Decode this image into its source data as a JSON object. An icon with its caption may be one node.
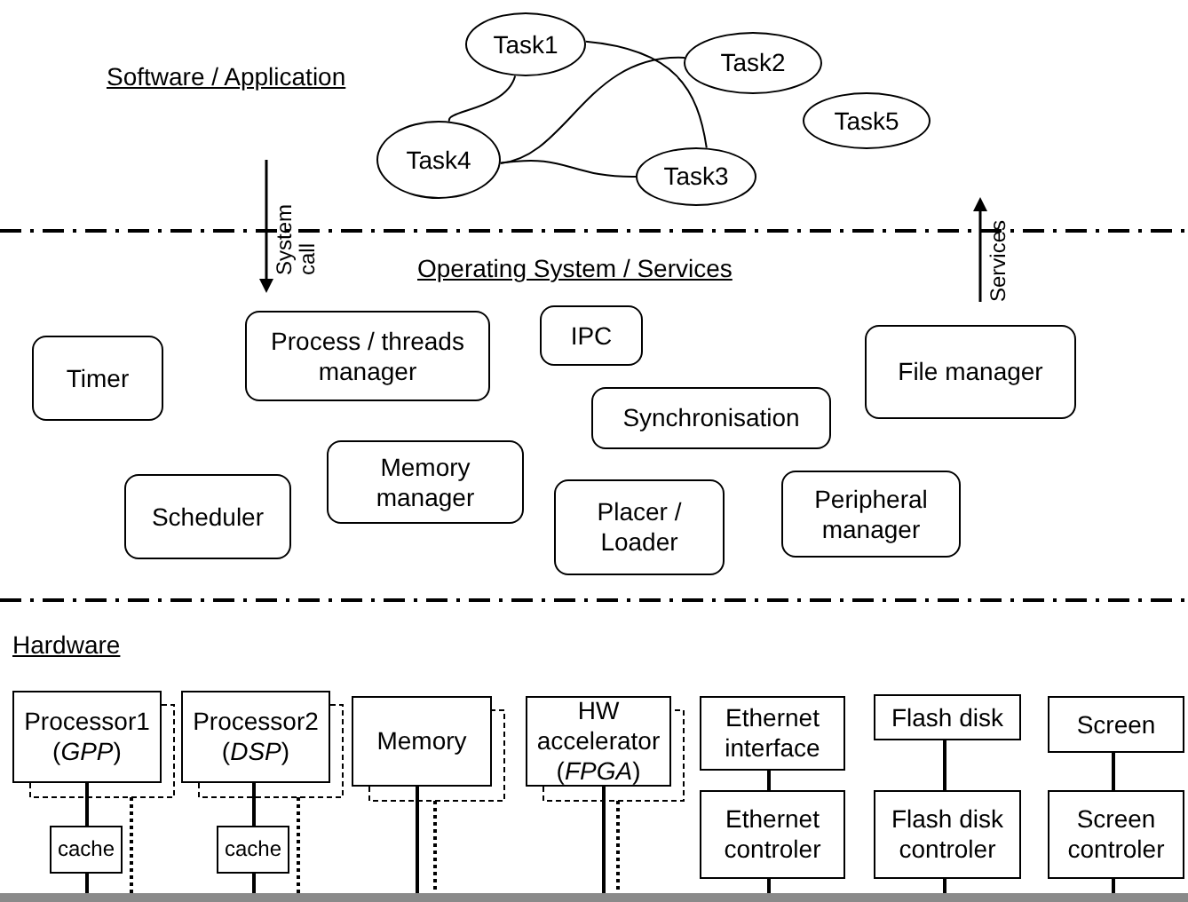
{
  "diagram": {
    "nodes": [
      {
        "text": [
          "Task1"
        ]
      },
      {
        "text": [
          "Task2"
        ]
      },
      {
        "text": [
          "Task3"
        ]
      },
      {
        "text": [
          "Task4"
        ]
      },
      {
        "text": [
          "Task5"
        ]
      },
      {
        "text": [
          "Timer"
        ]
      },
      {
        "text": [
          "Process / threads manager"
        ]
      },
      {
        "text": [
          "IPC"
        ]
      },
      {
        "text": [
          "File manager"
        ]
      },
      {
        "text": [
          "Synchronisation"
        ]
      },
      {
        "text": [
          "Memory manager"
        ]
      },
      {
        "text": [
          "Scheduler"
        ]
      },
      {
        "text": [
          "Placer / Loader"
        ]
      },
      {
        "text": [
          "Peripheral manager"
        ]
      },
      {
        "text": [
          "Processor1 (*GPP*)"
        ]
      },
      {
        "text": [
          "Processor2 (*DSP*)"
        ]
      },
      {
        "text": [
          "cache"
        ]
      },
      {
        "text": [
          "cache"
        ]
      },
      {
        "text": [
          "Memory"
        ]
      },
      {
        "text": [
          "HW accelerator (*FPGA*)"
        ]
      },
      {
        "text": [
          "Ethernet interface"
        ]
      },
      {
        "text": [
          "Ethernet controler"
        ]
      },
      {
        "text": [
          "Flash disk"
        ]
      },
      {
        "text": [
          "Flash disk controler"
        ]
      },
      {
        "text": [
          "Screen"
        ]
      },
      {
        "text": [
          "Screen controler"
        ]
      },
      {
        "text": [],
        "shape": "bar"
      }
    ],
    "edges": [
      {
        "from": 0,
        "to": 3,
        "arrow": "none"
      },
      {
        "from": 0,
        "to": 2,
        "arrow": "none"
      },
      {
        "from": 3,
        "to": 1,
        "arrow": "none"
      },
      {
        "from": 3,
        "to": 2,
        "arrow": "none"
      },
      {
        "from": 14,
        "to": 16,
        "arrow": "none"
      },
      {
        "from": 16,
        "to": 26,
        "arrow": "none"
      },
      {
        "from": 14,
        "to": 26,
        "arrow": "none",
        "style": "dashed"
      },
      {
        "from": 15,
        "to": 17,
        "arrow": "none"
      },
      {
        "from": 17,
        "to": 26,
        "arrow": "none"
      },
      {
        "from": 15,
        "to": 26,
        "arrow": "none",
        "style": "dashed"
      },
      {
        "from": 18,
        "to": 26,
        "arrow": "none"
      },
      {
        "from": 18,
        "to": 26,
        "arrow": "none",
        "style": "dashed"
      },
      {
        "from": 19,
        "to": 26,
        "arrow": "none"
      },
      {
        "from": 19,
        "to": 26,
        "arrow": "none",
        "style": "dashed"
      },
      {
        "from": 20,
        "to": 21,
        "arrow": "none"
      },
      {
        "from": 21,
        "to": 26,
        "arrow": "none"
      },
      {
        "from": 22,
        "to": 23,
        "arrow": "none"
      },
      {
        "from": 23,
        "to": 26,
        "arrow": "none"
      },
      {
        "from": 24,
        "to": 25,
        "arrow": "none"
      },
      {
        "from": 25,
        "to": 26,
        "arrow": "none"
      }
    ],
    "labels": [
      "Software / Application",
      "System call",
      "Services",
      "Operating System / Services",
      "Hardware"
    ]
  }
}
